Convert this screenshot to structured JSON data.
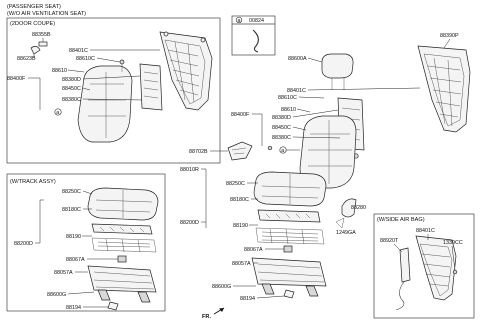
{
  "header": {
    "line1": "(PASSENGER SEAT)",
    "line2": "(W/O AIR VENTILATION SEAT)",
    "coupe": "(2DOOR COUPE)",
    "track_assy": "(W/TRACK ASSY)",
    "side_airbag": "(W/SIDE AIR BAG)"
  },
  "inset": {
    "circle_letter": "a",
    "part": "00824"
  },
  "fr_label": "FR.",
  "labels": {
    "p88355B": "88355B",
    "p88623B": "88623B",
    "p88401C_a": "88401C",
    "p88610C_a": "88610C",
    "p88610_a": "88610",
    "p88380D_a": "88380D",
    "p88400F_a": "88400F",
    "p88450C_a": "88450C",
    "p88380C_a": "88380C",
    "pa_a": "a",
    "p88390P": "88390P",
    "p88600A": "88600A",
    "p88401C_b": "88401C",
    "p88610C_b": "88610C",
    "p88610_b": "88610",
    "p88400F_b": "88400F",
    "p88380D_b": "88380D",
    "p88450C_b": "88450C",
    "p88380C_b": "88380C",
    "pa_b": "a",
    "p88702B": "88702B",
    "p88010R": "88010R",
    "p88250C_b": "88250C",
    "p88180C_b": "88180C",
    "p88200D_b": "88200D",
    "p88190_b": "88190",
    "p88067A_b": "88067A",
    "p88057A_b": "88057A",
    "p88600G_b": "88600G",
    "p88194_b": "88194",
    "p88280": "88280",
    "p1249GA": "1249GA",
    "p88250C_t": "88250C",
    "p88180C_t": "88180C",
    "p88200D_t": "88200D",
    "p88190_t": "88190",
    "p88067A_t": "88067A",
    "p88057A_t": "88057A",
    "p88600G_t": "88600G",
    "p88194_t": "88194",
    "p88401C_c": "88401C",
    "p88920T": "88920T",
    "p1339CC": "1339CC"
  }
}
